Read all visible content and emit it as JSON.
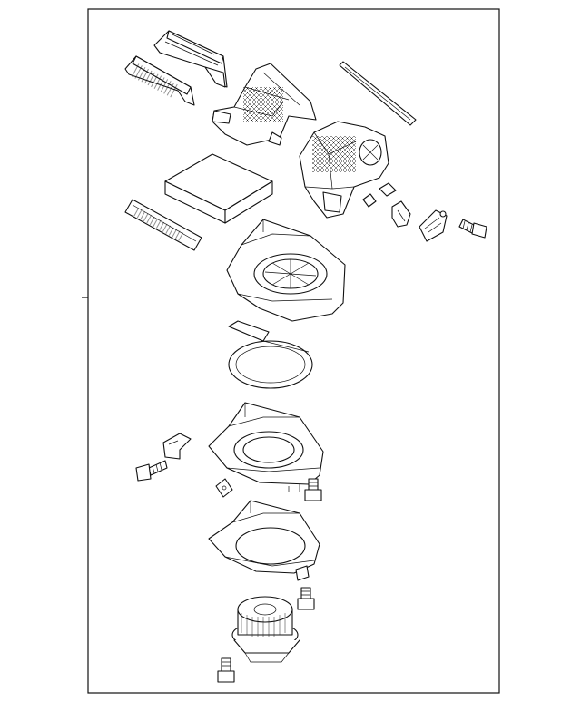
{
  "diagram": {
    "style": "exploded-view line art",
    "colors": {
      "line": "#111111",
      "background": "#ffffff"
    },
    "parts": [
      "top-duct-upper",
      "top-duct-lower",
      "intake-housing",
      "seal-strip",
      "upper-case-assembly",
      "cabin-air-filter",
      "filter-cover",
      "small-clip-a",
      "small-clip-b",
      "wire-clip",
      "actuator",
      "screw-right",
      "blower-upper-housing",
      "blower-gasket",
      "blower-mid-housing",
      "bracket-left",
      "screw-left",
      "small-nut-clip",
      "screw-mid",
      "blower-lower-housing",
      "blower-motor-fan",
      "screw-lower-right",
      "screw-bottom"
    ]
  }
}
